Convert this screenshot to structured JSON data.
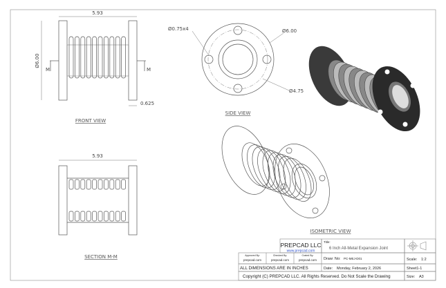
{
  "views": {
    "front": {
      "label": "FRONT VIEW",
      "length_dim": "5.93",
      "diameter_dim": "Ø6.00",
      "flange_dim": "0.625",
      "section_marker": "M"
    },
    "side": {
      "label": "SIDE VIEW",
      "holes_dim": "Ø0.75x4",
      "outer_dim": "Ø6.00",
      "bolt_circle_dim": "Ø4.75"
    },
    "section": {
      "label": "SECTION M-M",
      "length_dim": "5.93"
    },
    "isometric": {
      "label": "ISOMETRIC VIEW"
    }
  },
  "title_block": {
    "company": "PREPCAD LLC",
    "website": "www.prepcad.com",
    "title_label": "Title:",
    "title": "6 Inch All-Metal Expansion Joint",
    "approved_label": "Approved By:",
    "approved_value": "prepcad.com",
    "checked_label": "Checked By:",
    "checked_value": "prepcad.com",
    "created_label": "Crated By:",
    "created_value": "prepcad.com",
    "draw_no_label": "Draw: No:",
    "draw_no": "PC-MEJ-D01",
    "scale_label": "Scale:",
    "scale": "1:2",
    "units_note": "ALL DIMENSIONS ARE IN INCHES",
    "date_label": "Date:",
    "date": "Monday, February 2, 2026",
    "sheet": "Sheet1-1",
    "copyright": "Copyright (C)  PREPCAD LLC. All Rights Reserved. Do Not Scale the Drawing",
    "size_label": "Size:",
    "size": "A3",
    "projection_icon": "third-angle-projection-icon"
  },
  "colors": {
    "line": "#555555",
    "link": "#3355cc",
    "solid_dark": "#2a2a2a"
  }
}
